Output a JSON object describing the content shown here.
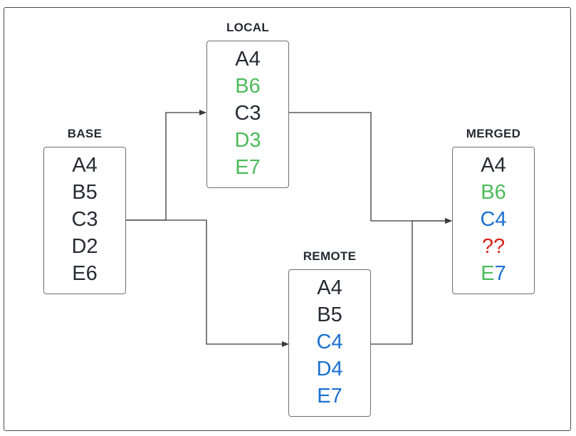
{
  "colors": {
    "default": "#262b33",
    "local_change": "#4cbb5a",
    "remote_change": "#1a6fd1",
    "conflict": "#d6231c"
  },
  "nodes": {
    "base": {
      "title": "BASE",
      "entries": [
        {
          "text": "A4",
          "color": "default"
        },
        {
          "text": "B5",
          "color": "default"
        },
        {
          "text": "C3",
          "color": "default"
        },
        {
          "text": "D2",
          "color": "default"
        },
        {
          "text": "E6",
          "color": "default"
        }
      ]
    },
    "local": {
      "title": "LOCAL",
      "entries": [
        {
          "text": "A4",
          "color": "default"
        },
        {
          "text": "B6",
          "color": "local_change"
        },
        {
          "text": "C3",
          "color": "default"
        },
        {
          "text": "D3",
          "color": "local_change"
        },
        {
          "text": "E7",
          "color": "local_change"
        }
      ]
    },
    "remote": {
      "title": "REMOTE",
      "entries": [
        {
          "text": "A4",
          "color": "default"
        },
        {
          "text": "B5",
          "color": "default"
        },
        {
          "text": "C4",
          "color": "remote_change"
        },
        {
          "text": "D4",
          "color": "remote_change"
        },
        {
          "text": "E7",
          "color": "remote_change"
        }
      ]
    },
    "merged": {
      "title": "MERGED",
      "entries": [
        {
          "text": "A4",
          "color": "default"
        },
        {
          "text": "B6",
          "color": "local_change"
        },
        {
          "text": "C4",
          "color": "remote_change"
        },
        {
          "text": "??",
          "color": "conflict"
        },
        {
          "text_parts": [
            {
              "text": "E",
              "color": "local_change"
            },
            {
              "text": "7",
              "color": "remote_change"
            }
          ]
        }
      ]
    }
  },
  "edges": [
    {
      "from": "base",
      "to": "local"
    },
    {
      "from": "base",
      "to": "remote"
    },
    {
      "from": "local",
      "to": "merged"
    },
    {
      "from": "remote",
      "to": "merged"
    }
  ]
}
